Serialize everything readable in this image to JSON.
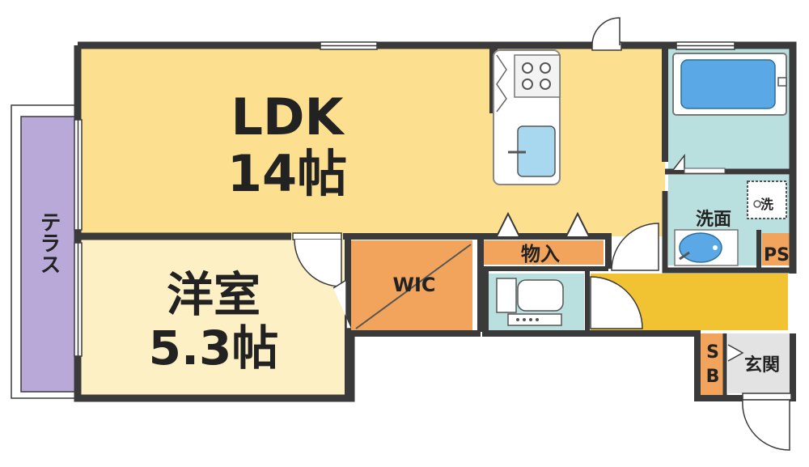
{
  "rooms": {
    "ldk": {
      "name": "LDK",
      "size": "14帖"
    },
    "bedroom": {
      "name": "洋室",
      "size": "5.3帖"
    },
    "wic": "WIC",
    "storage": "物入",
    "washroom": "洗面",
    "entrance": "玄関",
    "terrace": "テラス",
    "ps": "PS",
    "sb_top": "S",
    "sb_bottom": "B",
    "washer": "洗"
  },
  "colors": {
    "wall": "#3a3a3a",
    "ldk": "#fde08f",
    "bedroom": "#fdf0c4",
    "wic": "#f2a35c",
    "storage": "#f2a35c",
    "corridor": "#f1c232",
    "wet_area": "#b9e0de",
    "terrace": "#b8a9d8",
    "bathtub": "#5aa9e6",
    "entrance": "#e3e3e3"
  }
}
